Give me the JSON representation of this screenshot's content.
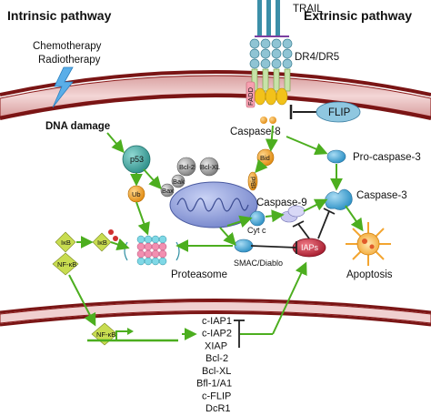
{
  "headers": {
    "intrinsic": "Intrinsic pathway",
    "extrinsic": "Extrinsic pathway"
  },
  "stimuli": {
    "chemotherapy": "Chemotherapy",
    "radiotherapy": "Radiotherapy"
  },
  "receptor": {
    "ligand": "TRAIL",
    "receptor": "DR4/DR5",
    "adaptor": "FADD"
  },
  "nodes": {
    "flip": "FLIP",
    "dna_damage": "DNA damage",
    "caspase8": "Caspase-8",
    "p53": "p53",
    "ub": "Ub",
    "bcl2": "Bcl-2",
    "bclxl": "Bcl-XL",
    "bak": "Bak",
    "bax": "Bax",
    "bid": "Bid",
    "tbid": "tBid",
    "procaspase3": "Pro-caspase-3",
    "caspase3": "Caspase-3",
    "caspase9": "Caspase-9",
    "cytc": "Cyt c",
    "smac": "SMAC/Diablo",
    "iaps": "IAPs",
    "apoptosis": "Apoptosis",
    "proteasome": "Proteasome",
    "ikb_free": "IκB",
    "ikb_complex": "IκB",
    "nfkb_complex": "NF-κB",
    "nfkb_nuclear": "NF-κB"
  },
  "genes": [
    "c-IAP1",
    "c-IAP2",
    "XIAP",
    "Bcl-2",
    "Bcl-XL",
    "Bfl-1/A1",
    "c-FLIP",
    "DcR1"
  ],
  "colors": {
    "membrane": "#8b1a1a",
    "arrow": "#4cae1f",
    "inhibit": "#222222",
    "p53": "#3b9f9a",
    "ub": "#f0a020",
    "iaps": "#c0283a",
    "caspase": "#3aa6d8",
    "flip": "#8fc7e0",
    "receptor": "#7ab8c8",
    "fadd": "#f2c21a",
    "nfkb": "#c8dc50"
  },
  "icons": [
    "lightning-icon",
    "mitochondrion-icon",
    "proteasome-icon",
    "apoptotic-cell-icon",
    "dna-icon"
  ]
}
